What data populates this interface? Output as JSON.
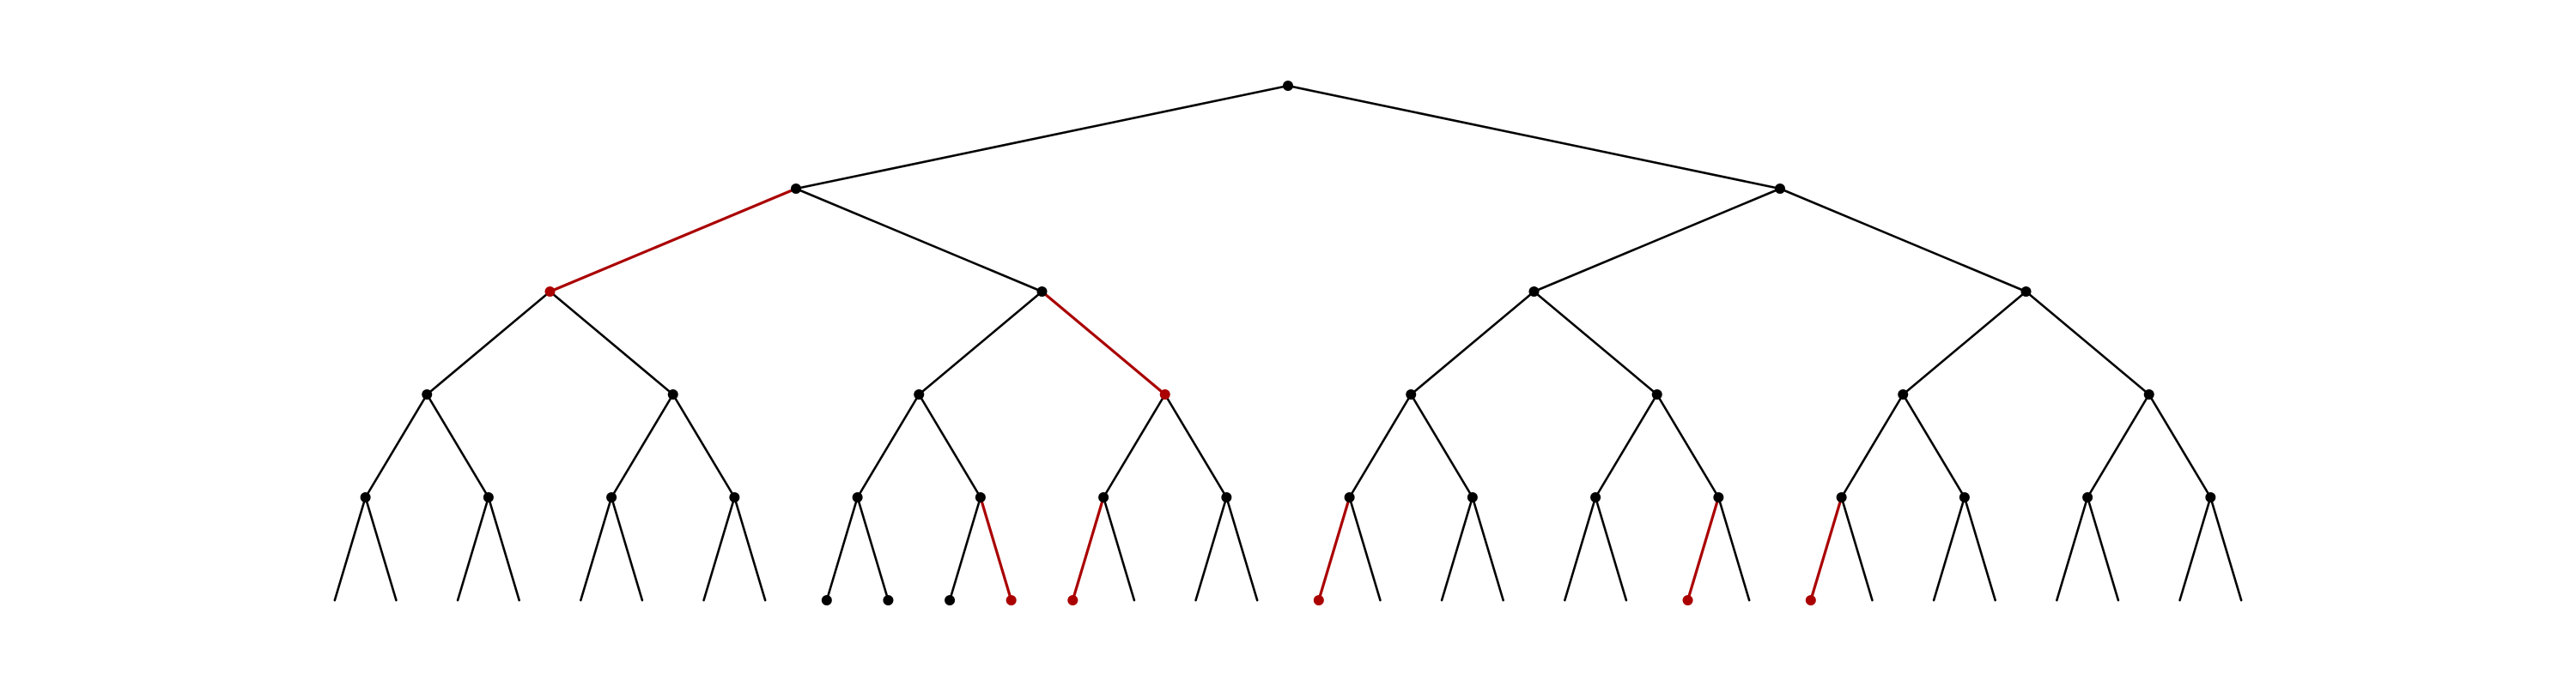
{
  "diagram": {
    "type": "binary-tree",
    "depth": 5,
    "colors": {
      "edge": "#000000",
      "highlight": "#aa0000",
      "node": "#000000",
      "background": "#ffffff"
    },
    "highlighted_edges": [
      "lrr",
      "ll",
      "lrlrr",
      "lrrll",
      "rllll",
      "rlrrl",
      "rrlll"
    ],
    "highlighted_nodes": [
      "lrr",
      "ll",
      "lrlrr",
      "lrrll",
      "rllll",
      "rlrrl",
      "rrlll"
    ],
    "black_leaf_nodes": [
      "lrlll",
      "lrllr",
      "lrlrl"
    ],
    "hidden_leaf_nodes": false
  }
}
